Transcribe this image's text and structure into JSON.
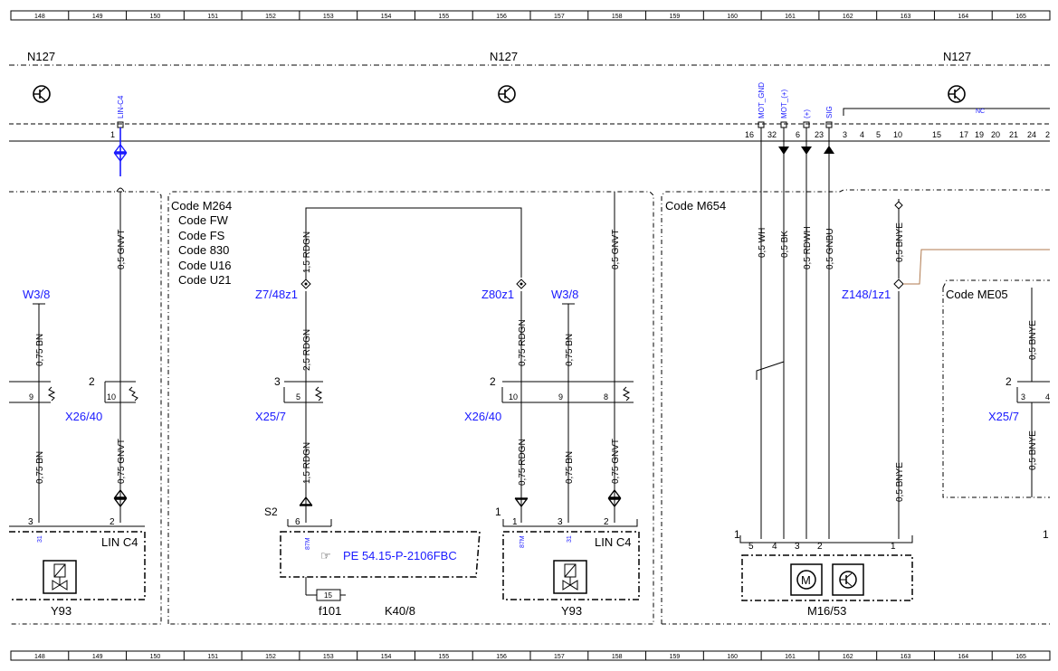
{
  "ruler": [
    "148",
    "149",
    "150",
    "151",
    "152",
    "153",
    "154",
    "155",
    "156",
    "157",
    "158",
    "159",
    "160",
    "161",
    "162",
    "163",
    "164",
    "165"
  ],
  "ecu": {
    "left": "N127",
    "mid": "N127",
    "right": "N127"
  },
  "top_pins": {
    "lin_pin": "1",
    "lin_sig": "LIN-C4",
    "p16": "16",
    "p32": "32",
    "p6": "6",
    "p23": "23",
    "sig16": "MOT_GND",
    "sig32": "MOT_(+)",
    "sig6": "(+)",
    "sig23": "SIG",
    "nc": "NC",
    "rest": [
      "3",
      "4",
      "5",
      "10",
      "15",
      "17",
      "19",
      "20",
      "21",
      "24",
      "2"
    ]
  },
  "codes": {
    "block2": [
      "Code M264",
      "Code FW",
      "Code FS",
      "Code 830",
      "Code U16",
      "Code U21"
    ],
    "m654": "Code M654",
    "me05": "Code ME05"
  },
  "wires": {
    "w_gnvt_top": "0,5 GNVT",
    "w_bn_1": "0,75 BN",
    "w_bn_2": "0,75 BN",
    "w_gnvt_1": "0,75 GNVT",
    "w_rdgn_15a": "1,5 RDGN",
    "w_rdgn_25": "2,5 RDGN",
    "w_rdgn_15b": "1,5 RDGN",
    "w_rdgn_075a": "0,75 RDGN",
    "w_rdgn_075b": "0,75 RDGN",
    "w_bn_3": "0,75 BN",
    "w_bn_4": "0,75 BN",
    "w_gnvt_top2": "0,5 GNVT",
    "w_gnvt_2": "0,75 GNVT",
    "w_wh": "0,5 WH",
    "w_bk": "0,5 BK",
    "w_rdwh": "0,5 RDWH",
    "w_gnbu": "0,5 GNBU",
    "w_bnye_top": "0,5 BNYE",
    "w_bnye_bot": "0,5 BNYE",
    "w_bnye_r1": "0,5 BNYE",
    "w_bnye_r2": "0,5 BNYE"
  },
  "components": {
    "w38a": "W3/8",
    "w38b": "W3/8",
    "z748": "Z7/48z1",
    "z80": "Z80z1",
    "z148": "Z148/1z1",
    "x2640a": "X26/40",
    "x2640b": "X26/40",
    "x257a": "X25/7",
    "x257b": "X25/7",
    "y93a": "Y93",
    "y93b": "Y93",
    "lin_a": "LIN C4",
    "lin_b": "LIN C4",
    "f101": "f101",
    "k408": "K40/8",
    "m1653": "M16/53",
    "s2": "S2",
    "pe_ref": "PE 54.15-P-2106FBC",
    "fuse": "15"
  },
  "pins": {
    "c9": "9",
    "c10a": "10",
    "c2a": "2",
    "c3": "3",
    "c5": "5",
    "c2b": "2",
    "c10b": "10",
    "c9b": "9",
    "c8": "8",
    "y3a": "3",
    "y2a": "2",
    "y31a": "31",
    "k6": "6",
    "k87": "87M",
    "y1b": "1",
    "y3b": "3",
    "y2b": "2",
    "y87b": "87M",
    "y31b": "31",
    "m1": "1",
    "m5": "5",
    "m4": "4",
    "m3": "3",
    "m2": "2",
    "m1b": "1",
    "r2": "2",
    "r3": "3",
    "r4": "4",
    "r1": "1",
    "r1c": "1"
  }
}
